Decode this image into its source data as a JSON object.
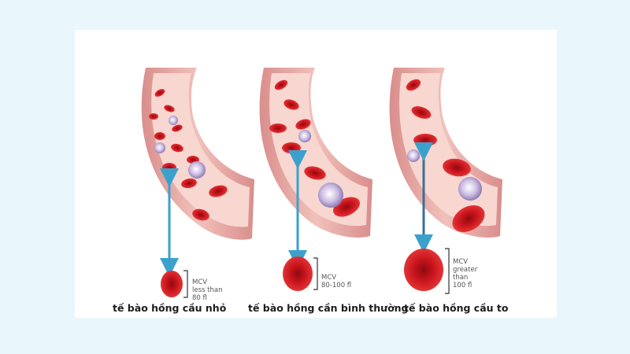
{
  "colors": {
    "background": "#e9f6fb",
    "vessel_wall": "#e6a3a0",
    "vessel_inner": "#f6d3cc",
    "red_cell": "#c8141c",
    "white_cell": "#b9a6d6",
    "arrow": "#3ba1cc"
  },
  "panels": [
    {
      "mcv_label": "MCV",
      "mcv_value": "less than\n80 fl",
      "caption": "tế bào hồng cầu nhỏ"
    },
    {
      "mcv_label": "MCV",
      "mcv_value": "80-100 fl",
      "caption": "tế bào hồng cần bình thường"
    },
    {
      "mcv_label": "MCV",
      "mcv_value": "greater\nthan\n100 fl",
      "caption": "tế bào hồng cầu to"
    }
  ]
}
